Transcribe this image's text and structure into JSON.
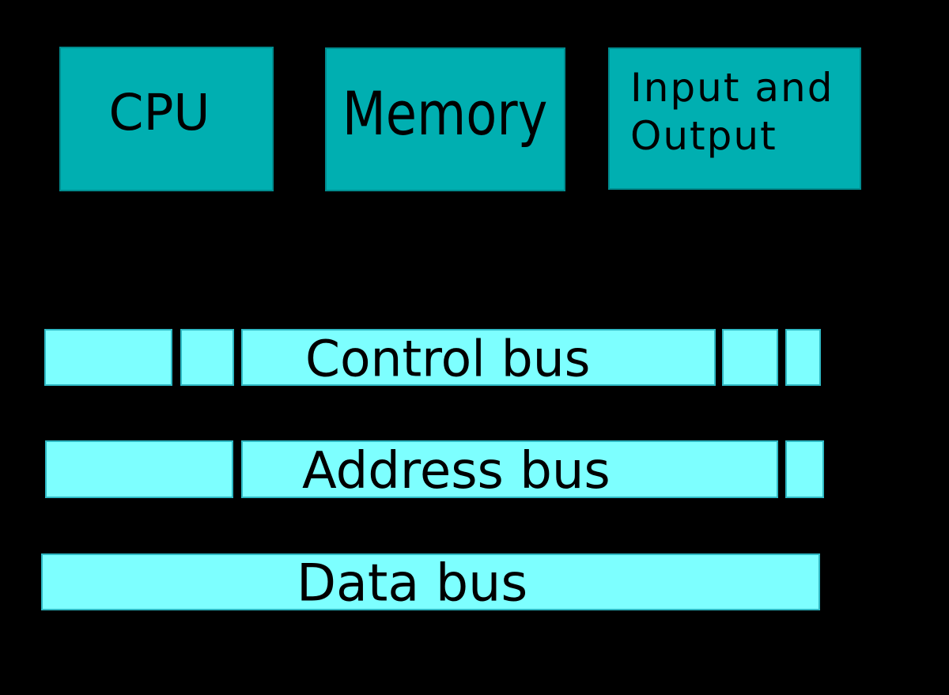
{
  "colors": {
    "background": "#000000",
    "component_fill": "#00afb1",
    "component_border": "#008c8f",
    "bus_fill": "#7dffff",
    "bus_border": "#2fb9c4",
    "text": "#000000"
  },
  "components": [
    {
      "label": "CPU"
    },
    {
      "label": "Memory"
    },
    {
      "label": "Input and\nOutput"
    }
  ],
  "buses": [
    {
      "label": "Control bus"
    },
    {
      "label": "Address bus"
    },
    {
      "label": "Data bus"
    }
  ]
}
